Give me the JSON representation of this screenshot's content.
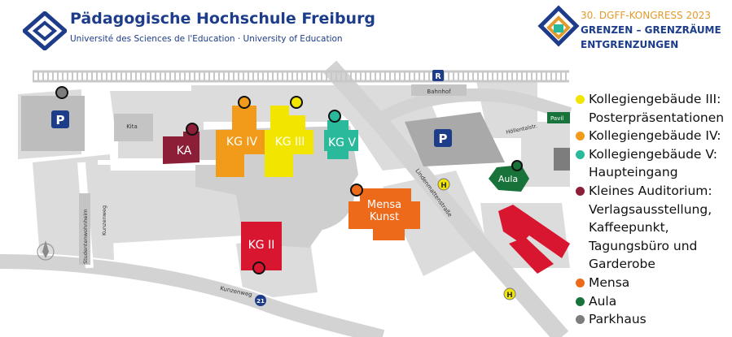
{
  "header": {
    "university_name": "Pädagogische Hochschule Freiburg",
    "university_subtitle": "Université des Sciences de l'Education · University of Education",
    "congress_line1": "30. DGFF-KONGRESS 2023",
    "congress_line2": "GRENZEN – GRENZRÄUME",
    "congress_line3": "ENTGRENZUNGEN"
  },
  "colors": {
    "kg3": "#f2e600",
    "kg4": "#f29a1a",
    "kg5": "#2ab99a",
    "ka": "#8c1e38",
    "kg2": "#d8162f",
    "mensa": "#ee6a1b",
    "aula": "#17733a",
    "parkhaus": "#7d7d7d",
    "brand_blue": "#1d3c8a",
    "road": "#d3d3d3",
    "building_grey": "#c4c4c4"
  },
  "map": {
    "buildings": {
      "kg4": "KG IV",
      "kg3": "KG III",
      "kg5": "KG V",
      "ka": "KA",
      "kg2": "KG II",
      "mensa_line1": "Mensa",
      "mensa_line2": "Kunst",
      "aula": "Aula",
      "kita": "Kita",
      "studentenwohnheim": "Studentenwohnheim"
    },
    "streets": {
      "kunzenweg_vertical": "Kunzenweg",
      "kunzenweg_bottom": "Kunzenweg",
      "lindenmattenstrasse": "Lindenmattenstraße",
      "hoellentalstr": "Höllentalstr."
    },
    "places": {
      "bahnhof": "Bahnhof",
      "pavillon_abbrev": "Pavil"
    },
    "symbols": {
      "parking": "P",
      "railway": "R",
      "bus_stop": "H",
      "bus_line": "21"
    }
  },
  "legend": [
    {
      "label": "Kollegiengebäude III: Posterpräsentationen",
      "color": "#f2e600"
    },
    {
      "label": "Kollegiengebäude IV:",
      "color": "#f29a1a"
    },
    {
      "label": "Kollegiengebäude V: Haupteingang",
      "color": "#2ab99a"
    },
    {
      "label": "Kleines Auditorium: Verlagsausstellung, Kaffeepunkt, Tagungsbüro und Garderobe",
      "color": "#8c1e38"
    },
    {
      "label": "Mensa",
      "color": "#ee6a1b"
    },
    {
      "label": "Aula",
      "color": "#17733a"
    },
    {
      "label": "Parkhaus",
      "color": "#7d7d7d"
    }
  ]
}
